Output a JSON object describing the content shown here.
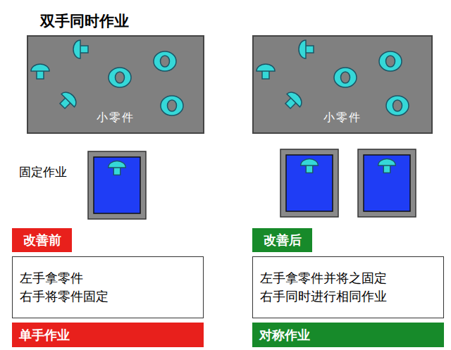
{
  "diagram": {
    "title": "双手同时作业",
    "nodes": [
      {
        "text": [
          "小零件"
        ]
      },
      {
        "text": [
          "小零件"
        ]
      },
      {
        "text": [
          "改善前"
        ]
      },
      {
        "text": [
          "改善后"
        ]
      },
      {
        "text": [
          "左手拿零件 右手将零件固定"
        ]
      },
      {
        "text": [
          "左手拿零件并将之固定 右手同时进行相同作业"
        ]
      },
      {
        "text": [
          "单手作业"
        ]
      },
      {
        "text": [
          "对称作业"
        ]
      }
    ],
    "labels": [
      "固定作业"
    ]
  }
}
